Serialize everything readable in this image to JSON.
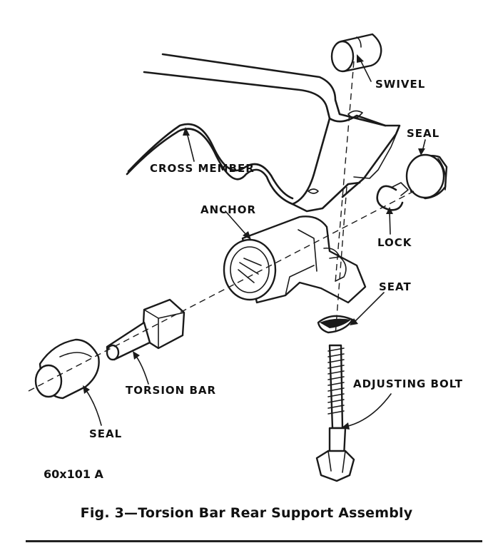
{
  "labels": {
    "swivel": "SWIVEL",
    "seal_top": "SEAL",
    "cross_member": "CROSS MEMBER",
    "anchor": "ANCHOR",
    "lock": "LOCK",
    "seat": "SEAT",
    "adjusting_bolt": "ADJUSTING BOLT",
    "torsion_bar": "TORSION BAR",
    "seal_bottom": "SEAL"
  },
  "figure_code": "60x101 A",
  "caption": "Fig. 3—Torsion Bar Rear Support Assembly"
}
